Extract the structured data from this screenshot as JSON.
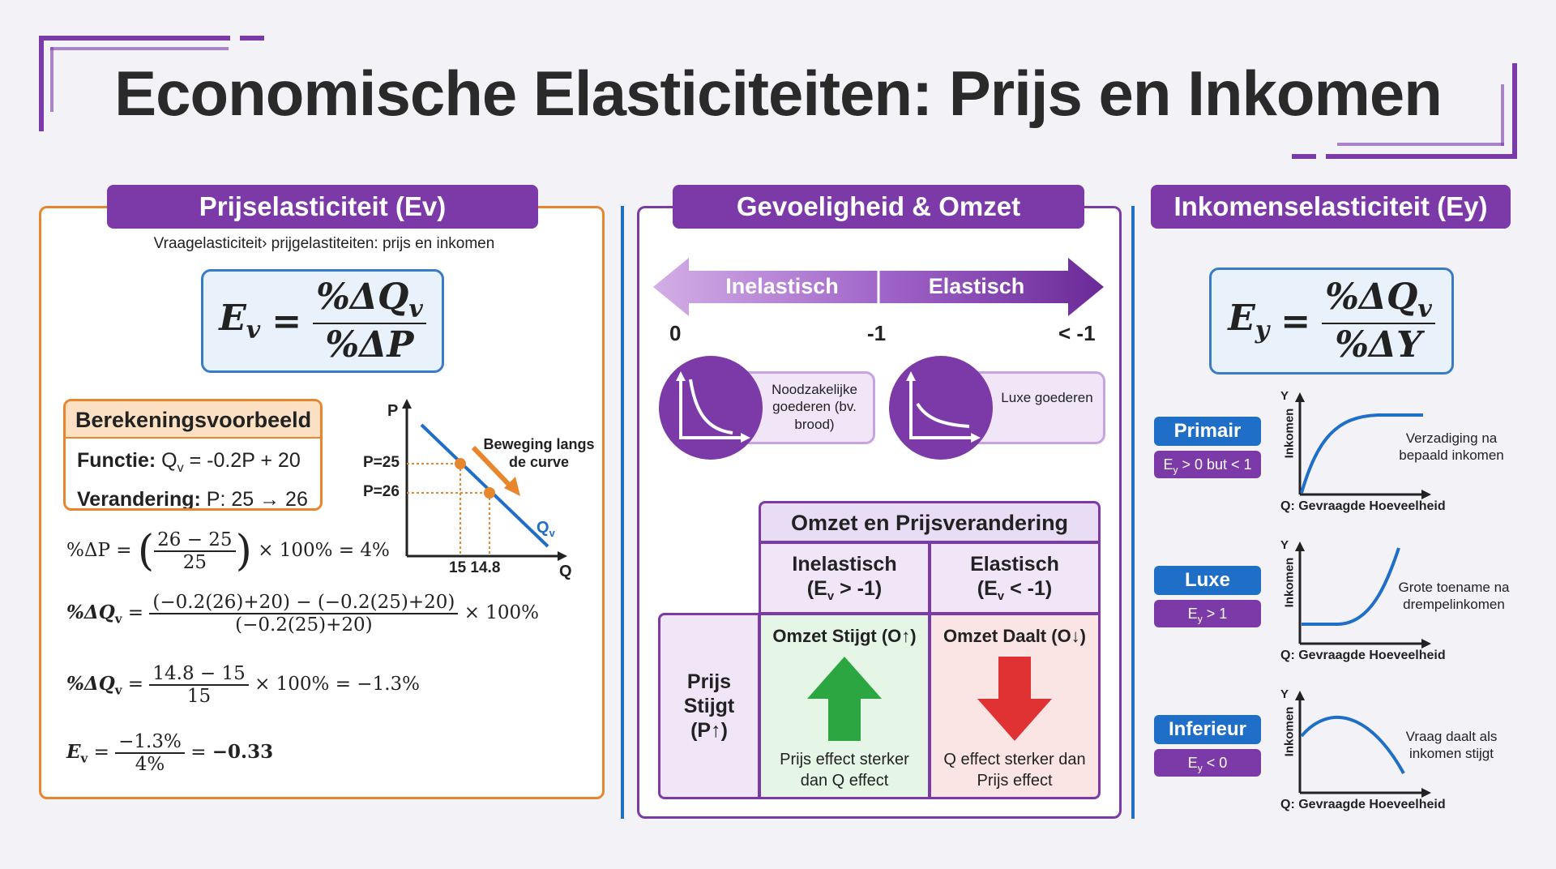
{
  "title": "Economische Elasticiteiten: Prijs en Inkomen",
  "left": {
    "header": "Prijselasticiteit (Ev)",
    "subtitle": "Vraagelasticiteit› prijgelastiteiten: prijs en inkomen",
    "formula": {
      "lhs": "E",
      "lhs_sub": "v",
      "num": "%ΔQ",
      "num_sub": "v",
      "den": "%ΔP"
    },
    "example": {
      "title": "Berekeningsvoorbeeld",
      "func_label": "Functie:",
      "func_value": "Q",
      "func_sub": "v",
      "func_rest": " = -0.2P + 20",
      "change_label": "Verandering:",
      "change_value": "P: 25 → 26"
    },
    "graph": {
      "y_axis": "P",
      "x_axis": "Q",
      "p1": "P=25",
      "p2": "P=26",
      "q_ticks": "15 14.8",
      "curve": "Q",
      "curve_sub": "v",
      "annotation1": "Beweging langs",
      "annotation2": "de curve"
    },
    "calc1": {
      "lhs": "%ΔP =",
      "num": "26 − 25",
      "den": "25",
      "rest": "× 100% = 4%"
    },
    "calc2": {
      "lhs": "%ΔQ",
      "lhs_sub": "v",
      "eq": "=",
      "num": "(−0.2(26)+20) − (−0.2(25)+20)",
      "den": "(−0.2(25)+20)",
      "rest": "× 100%"
    },
    "calc3": {
      "lhs": "%ΔQ",
      "lhs_sub": "v",
      "eq": "=",
      "num": "14.8 − 15",
      "den": "15",
      "rest": "× 100% = −1.3%"
    },
    "calc4": {
      "lhs": "E",
      "lhs_sub": "v",
      "eq": "=",
      "num": "−1.3%",
      "den": "4%",
      "rest": "= ",
      "result": "−0.33"
    }
  },
  "middle": {
    "header": "Gevoeligheid & Omzet",
    "arrow_left": "Inelastisch",
    "arrow_right": "Elastisch",
    "tick0": "0",
    "tick1": "-1",
    "tick2": "< -1",
    "icon1_label": "Noodzakelijke goederen (bv. brood)",
    "icon2_label": "Luxe goederen",
    "table": {
      "title": "Omzet en Prijsverandering",
      "col1": "Inelastisch",
      "col1_cond": "(E",
      "col1_sub": "v",
      "col1_cond_rest": " > -1)",
      "col2": "Elastisch",
      "col2_cond": "(E",
      "col2_sub": "v",
      "col2_cond_rest": " < -1)",
      "row_label": "Prijs Stijgt (P↑)",
      "cell1_title": "Omzet Stijgt (O↑)",
      "cell1_text": "Prijs effect sterker dan Q effect",
      "cell2_title": "Omzet Daalt (O↓)",
      "cell2_text": "Q effect sterker dan Prijs effect",
      "colors": {
        "green": "#2ca640",
        "red": "#e03232"
      }
    }
  },
  "right": {
    "header": "Inkomenselasticiteit (Ey)",
    "formula": {
      "lhs": "E",
      "lhs_sub": "y",
      "num": "%ΔQ",
      "num_sub": "v",
      "den": "%ΔY"
    },
    "rows": [
      {
        "pill": "Primair",
        "cond_e": "E",
        "cond_sub": "y",
        "cond": " > 0 but < 1",
        "y": "Y",
        "yaxis": "Inkomen",
        "xaxis": "Q: Gevraagde Hoeveelheid",
        "note": "Verzadiging na bepaald inkomen"
      },
      {
        "pill": "Luxe",
        "cond_e": "E",
        "cond_sub": "y",
        "cond": " > 1",
        "y": "Y",
        "yaxis": "Inkomen",
        "xaxis": "Q: Gevraagde Hoeveelheid",
        "note": "Grote toename na drempelinkomen"
      },
      {
        "pill": "Inferieur",
        "cond_e": "E",
        "cond_sub": "y",
        "cond": " < 0",
        "y": "Y",
        "yaxis": "Inkomen",
        "xaxis": "Q: Gevraagde Hoeveelheid",
        "note": "Vraag daalt als inkomen stijgt"
      }
    ]
  },
  "colors": {
    "purple": "#7b3aa8",
    "orange": "#e8862e",
    "blue": "#1f6fc8"
  }
}
